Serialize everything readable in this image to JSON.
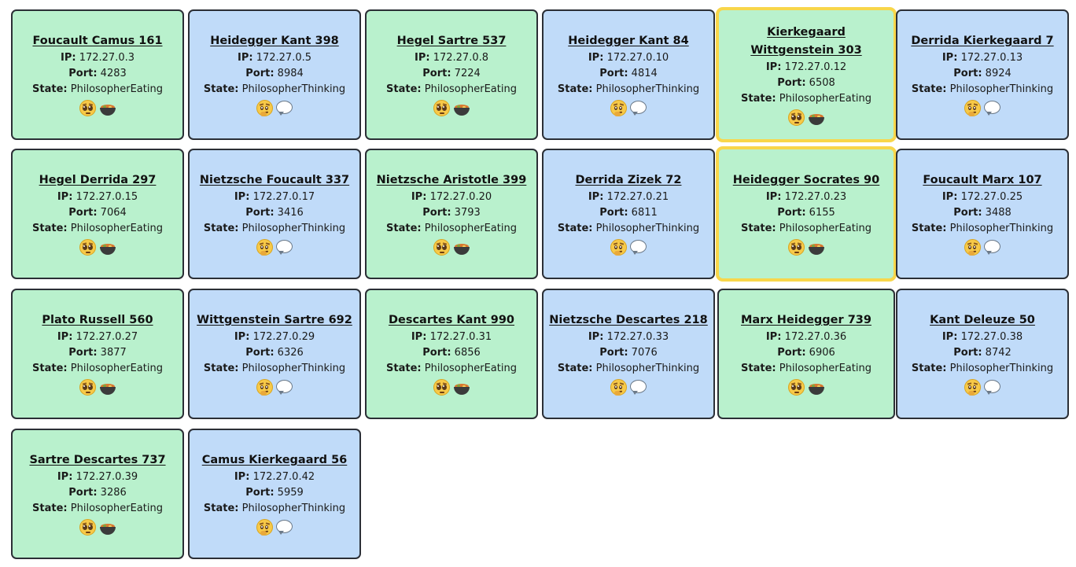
{
  "labels": {
    "ip": "IP:",
    "port": "Port:",
    "state": "State:"
  },
  "state_emoji": {
    "PhilosopherEating": [
      "pleading-face-icon",
      "stew-pot-icon"
    ],
    "PhilosopherThinking": [
      "thinking-face-icon",
      "speech-balloon-icon"
    ]
  },
  "colors": {
    "eating_bg": "#b9f1cd",
    "thinking_bg": "#c0dbf9",
    "border": "#2b2f36",
    "highlight_border": "#f8d64a"
  },
  "philosophers": [
    {
      "name": "Foucault Camus 161",
      "ip": "172.27.0.3",
      "port": "4283",
      "state": "PhilosopherEating",
      "highlighted": false
    },
    {
      "name": "Heidegger Kant 398",
      "ip": "172.27.0.5",
      "port": "8984",
      "state": "PhilosopherThinking",
      "highlighted": false
    },
    {
      "name": "Hegel Sartre 537",
      "ip": "172.27.0.8",
      "port": "7224",
      "state": "PhilosopherEating",
      "highlighted": false
    },
    {
      "name": "Heidegger Kant 84",
      "ip": "172.27.0.10",
      "port": "4814",
      "state": "PhilosopherThinking",
      "highlighted": false
    },
    {
      "name": "Kierkegaard Wittgenstein 303",
      "ip": "172.27.0.12",
      "port": "6508",
      "state": "PhilosopherEating",
      "highlighted": true
    },
    {
      "name": "Derrida Kierkegaard 7",
      "ip": "172.27.0.13",
      "port": "8924",
      "state": "PhilosopherThinking",
      "highlighted": false
    },
    {
      "name": "Hegel Derrida 297",
      "ip": "172.27.0.15",
      "port": "7064",
      "state": "PhilosopherEating",
      "highlighted": false
    },
    {
      "name": "Nietzsche Foucault 337",
      "ip": "172.27.0.17",
      "port": "3416",
      "state": "PhilosopherThinking",
      "highlighted": false
    },
    {
      "name": "Nietzsche Aristotle 399",
      "ip": "172.27.0.20",
      "port": "3793",
      "state": "PhilosopherEating",
      "highlighted": false
    },
    {
      "name": "Derrida Zizek 72",
      "ip": "172.27.0.21",
      "port": "6811",
      "state": "PhilosopherThinking",
      "highlighted": false
    },
    {
      "name": "Heidegger Socrates 90",
      "ip": "172.27.0.23",
      "port": "6155",
      "state": "PhilosopherEating",
      "highlighted": true
    },
    {
      "name": "Foucault Marx 107",
      "ip": "172.27.0.25",
      "port": "3488",
      "state": "PhilosopherThinking",
      "highlighted": false
    },
    {
      "name": "Plato Russell 560",
      "ip": "172.27.0.27",
      "port": "3877",
      "state": "PhilosopherEating",
      "highlighted": false
    },
    {
      "name": "Wittgenstein Sartre 692",
      "ip": "172.27.0.29",
      "port": "6326",
      "state": "PhilosopherThinking",
      "highlighted": false
    },
    {
      "name": "Descartes Kant 990",
      "ip": "172.27.0.31",
      "port": "6856",
      "state": "PhilosopherEating",
      "highlighted": false
    },
    {
      "name": "Nietzsche Descartes 218",
      "ip": "172.27.0.33",
      "port": "7076",
      "state": "PhilosopherThinking",
      "highlighted": false
    },
    {
      "name": "Marx Heidegger 739",
      "ip": "172.27.0.36",
      "port": "6906",
      "state": "PhilosopherEating",
      "highlighted": false
    },
    {
      "name": "Kant Deleuze 50",
      "ip": "172.27.0.38",
      "port": "8742",
      "state": "PhilosopherThinking",
      "highlighted": false
    },
    {
      "name": "Sartre Descartes 737",
      "ip": "172.27.0.39",
      "port": "3286",
      "state": "PhilosopherEating",
      "highlighted": false
    },
    {
      "name": "Camus Kierkegaard 56",
      "ip": "172.27.0.42",
      "port": "5959",
      "state": "PhilosopherThinking",
      "highlighted": false
    }
  ]
}
